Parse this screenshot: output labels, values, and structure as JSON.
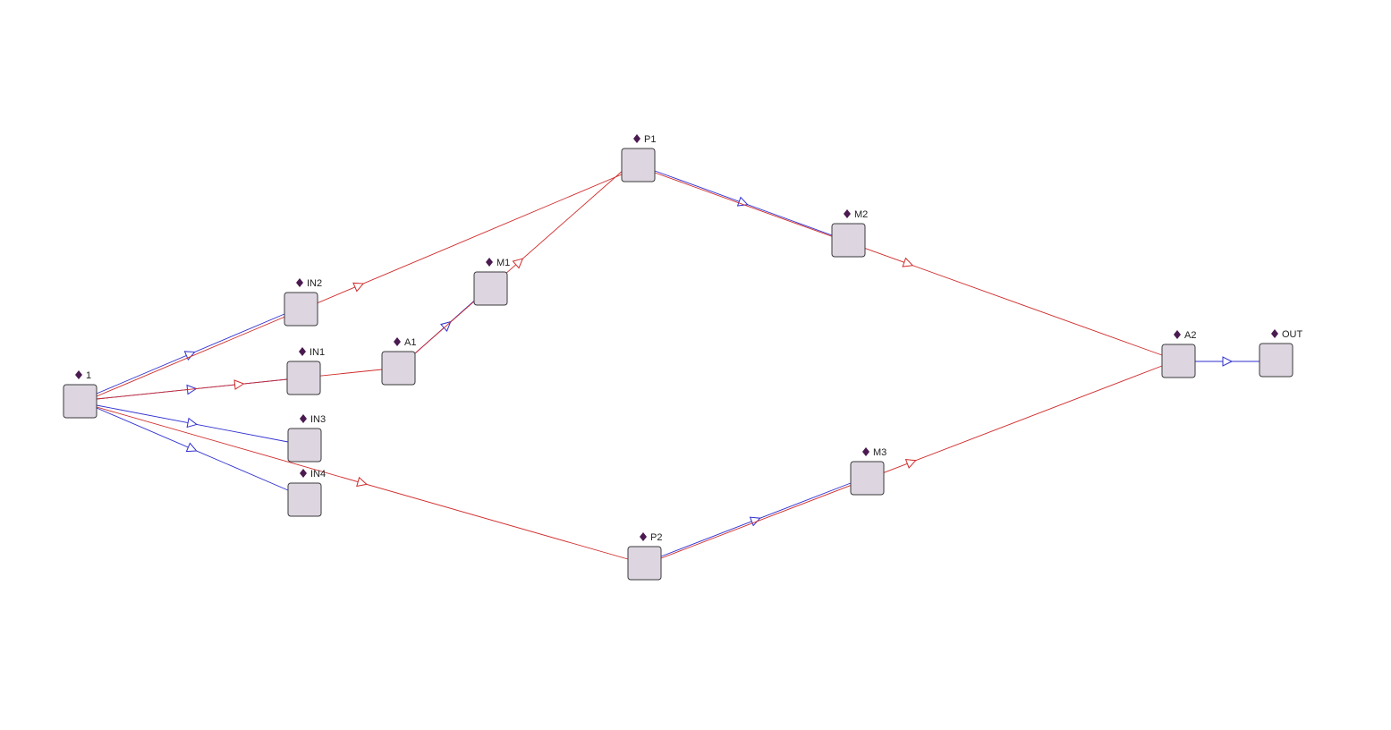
{
  "colors": {
    "background": "#ffffff",
    "node_fill": "#ddd6e1",
    "node_stroke": "#3a3a3a",
    "marker": "#4a1a50",
    "edge_blue": "#2f2fd0",
    "edge_red": "#d02a2a"
  },
  "nodes": [
    {
      "id": "n1",
      "label": "1"
    },
    {
      "id": "in2",
      "label": "IN2"
    },
    {
      "id": "in1",
      "label": "IN1"
    },
    {
      "id": "in3",
      "label": "IN3"
    },
    {
      "id": "in4",
      "label": "IN4"
    },
    {
      "id": "a1",
      "label": "A1"
    },
    {
      "id": "m1",
      "label": "M1"
    },
    {
      "id": "p1",
      "label": "P1"
    },
    {
      "id": "m2",
      "label": "M2"
    },
    {
      "id": "p2",
      "label": "P2"
    },
    {
      "id": "m3",
      "label": "M3"
    },
    {
      "id": "a2",
      "label": "A2"
    },
    {
      "id": "out",
      "label": "OUT"
    }
  ],
  "edges": [
    {
      "from": "n1",
      "to": "in2",
      "color": "blue"
    },
    {
      "from": "n1",
      "to": "in1",
      "color": "blue"
    },
    {
      "from": "n1",
      "to": "in3",
      "color": "blue"
    },
    {
      "from": "n1",
      "to": "in4",
      "color": "blue"
    },
    {
      "from": "n1",
      "to": "p1",
      "color": "red"
    },
    {
      "from": "n1",
      "to": "a1",
      "color": "red"
    },
    {
      "from": "n1",
      "to": "p2",
      "color": "red"
    },
    {
      "from": "a1",
      "to": "m1",
      "color": "blue"
    },
    {
      "from": "a1",
      "to": "p1",
      "color": "red"
    },
    {
      "from": "p1",
      "to": "m2",
      "color": "blue"
    },
    {
      "from": "p1",
      "to": "a2",
      "color": "red"
    },
    {
      "from": "p2",
      "to": "m3",
      "color": "blue"
    },
    {
      "from": "p2",
      "to": "a2",
      "color": "red"
    },
    {
      "from": "a2",
      "to": "out",
      "color": "blue"
    }
  ]
}
